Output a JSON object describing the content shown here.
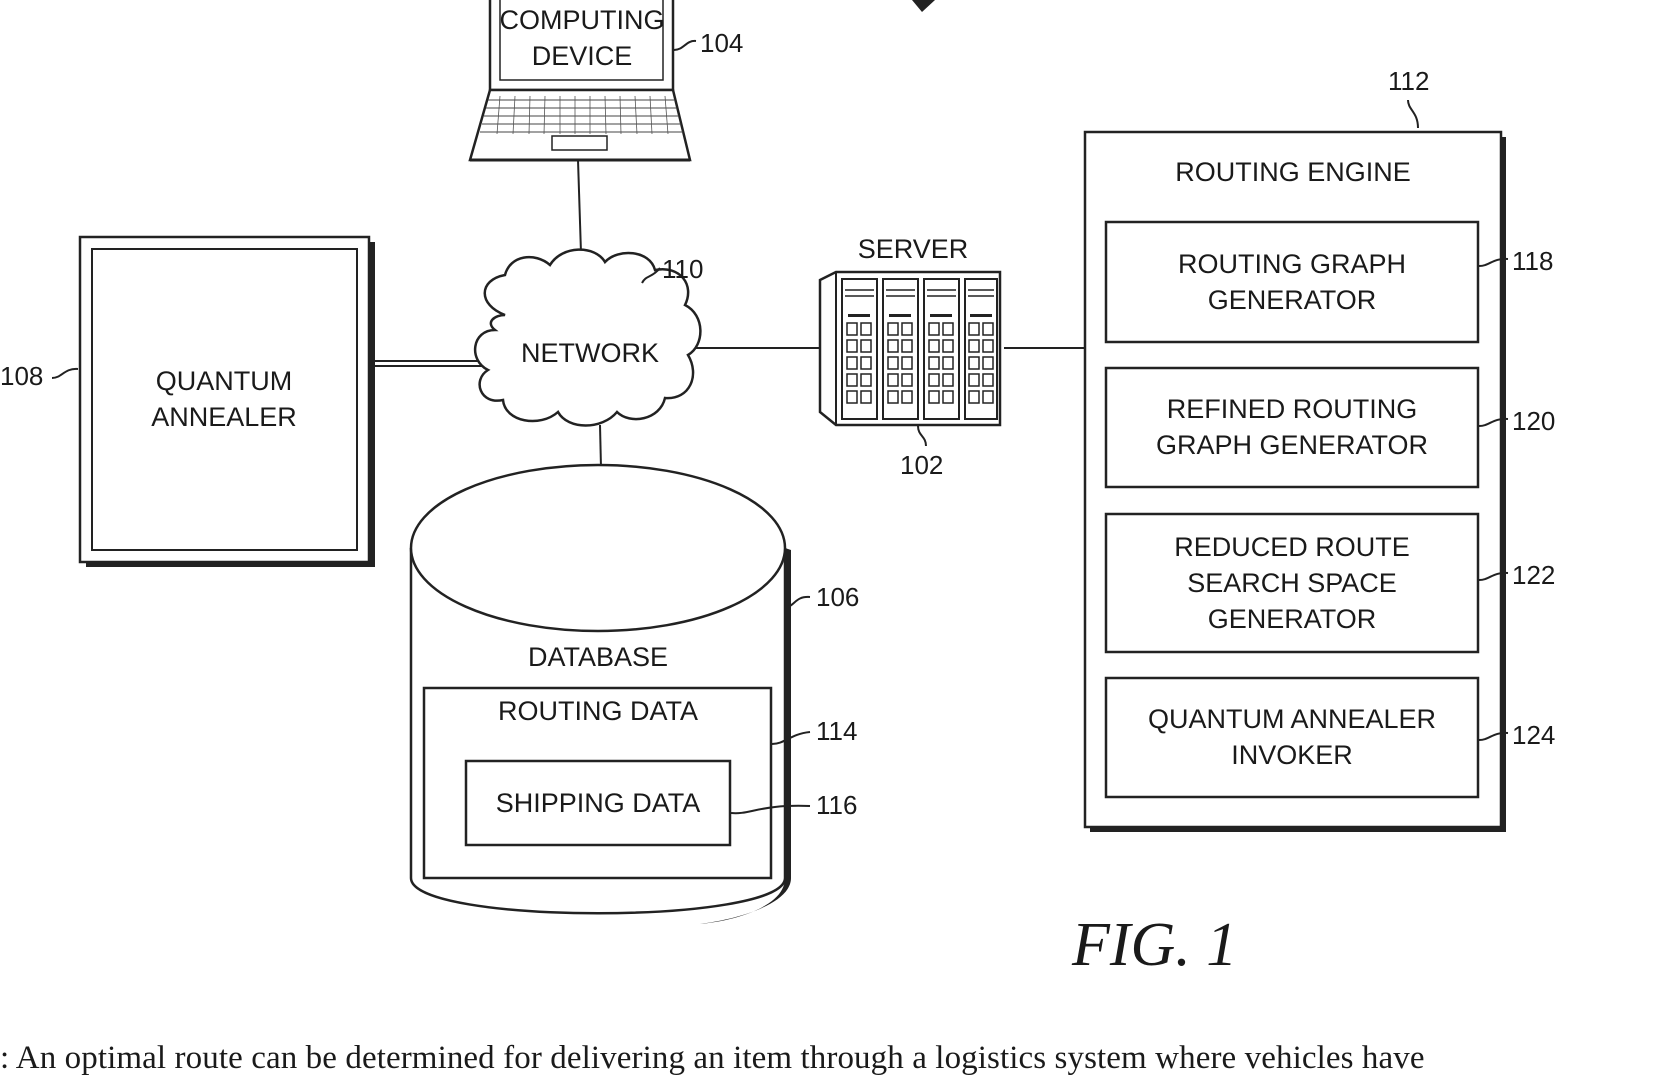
{
  "figure_label": "FIG. 1",
  "nodes": {
    "computing_device": {
      "lines": [
        "COMPUTING",
        "DEVICE"
      ],
      "ref": "104"
    },
    "quantum_annealer": {
      "lines": [
        "QUANTUM",
        "ANNEALER"
      ],
      "ref": "108"
    },
    "network": {
      "label": "NETWORK",
      "ref": "110"
    },
    "server": {
      "label": "SERVER",
      "ref": "102"
    },
    "database": {
      "label": "DATABASE",
      "ref": "106"
    },
    "routing_data": {
      "label": "ROUTING DATA",
      "ref": "114"
    },
    "shipping_data": {
      "label": "SHIPPING DATA",
      "ref": "116"
    },
    "routing_engine": {
      "label": "ROUTING ENGINE",
      "ref": "112"
    },
    "routing_graph_generator": {
      "lines": [
        "ROUTING GRAPH",
        "GENERATOR"
      ],
      "ref": "118"
    },
    "refined_routing_graph_generator": {
      "lines": [
        "REFINED ROUTING",
        "GRAPH GENERATOR"
      ],
      "ref": "120"
    },
    "reduced_route_search_space_generator": {
      "lines": [
        "REDUCED ROUTE",
        "SEARCH SPACE",
        "GENERATOR"
      ],
      "ref": "122"
    },
    "quantum_annealer_invoker": {
      "lines": [
        "QUANTUM ANNEALER",
        "INVOKER"
      ],
      "ref": "124"
    }
  },
  "caption": ": An optimal route can be determined for delivering an item through a logistics system where vehicles have"
}
